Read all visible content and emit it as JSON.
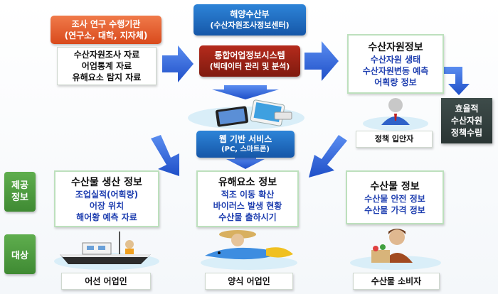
{
  "colors": {
    "arrow": "#2b63d6",
    "accent_blue": "#1f3fb0",
    "green": "#4f9d41",
    "orange": "#e4602f",
    "navy": "#1657a8",
    "dark_red": "#9a2416"
  },
  "research_org": {
    "title": "조사 연구 수행기관",
    "subtitle": "(연구소, 대학, 지자체)"
  },
  "research_data": [
    "수산자원조사 자료",
    "어업통계 자료",
    "유해요소 탐지 자료"
  ],
  "ministry": {
    "line1": "해양수산부",
    "line2": "(수산자원조사정보센터)"
  },
  "system": {
    "line1": "통합어업정보시스템",
    "line2": "(빅데이터 관리 및 분석)"
  },
  "web_service": {
    "line1": "웹 기반 서비스",
    "line2": "(PC, 스마트폰)"
  },
  "resource_info": {
    "title": "수산자원정보",
    "items": [
      "수산자원 생태",
      "수산자원변동 예측",
      "어획량 정보"
    ]
  },
  "policy": {
    "lines": [
      "효율적",
      "수산자원",
      "정책수립"
    ],
    "maker_label": "정책 입안자"
  },
  "row_labels": {
    "provide": "제공\n정보",
    "target": "대상"
  },
  "production_info": {
    "title": "수산물 생산 정보",
    "items": [
      "조업실적(어획량)",
      "어장 위치",
      "해어황 예측 자료"
    ]
  },
  "hazard_info": {
    "title": "유해요소 정보",
    "items": [
      "적조 이동 확산",
      "바이러스 발생 현황",
      "수산물 출하시기"
    ]
  },
  "seafood_info": {
    "title": "수산물 정보",
    "items": [
      "수산물 안전 정보",
      "수산물 가격 정보"
    ]
  },
  "targets": [
    "어선 어업인",
    "양식 어업인",
    "수산물 소비자"
  ],
  "icons": [
    "devices-icon",
    "policy-maker-icon",
    "fishing-boat-icon",
    "fish-farmer-icon",
    "consumer-icon"
  ]
}
